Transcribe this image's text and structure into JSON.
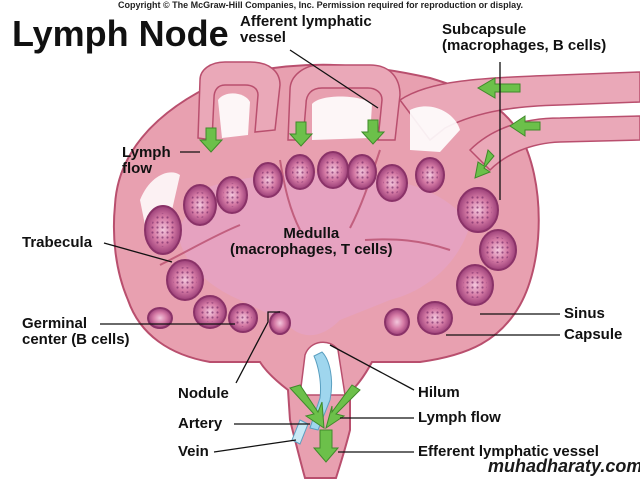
{
  "copyright": "Copyright © The McGraw-Hill Companies, Inc. Permission required for reproduction or display.",
  "title": "Lymph Node",
  "labels": {
    "afferent": "Afferent lymphatic\nvessel",
    "subcapsule": "Subcapsule\n(macrophages, B cells)",
    "lymph_flow_top": "Lymph\nflow",
    "trabecula": "Trabecula",
    "medulla": "Medulla\n(macrophages, T cells)",
    "sinus": "Sinus",
    "capsule": "Capsule",
    "germinal": "Germinal\ncenter (B cells)",
    "nodule": "Nodule",
    "hilum": "Hilum",
    "artery": "Artery",
    "lymph_flow_bottom": "Lymph flow",
    "vein": "Vein",
    "efferent": "Efferent lymphatic vessel"
  },
  "watermark": "muhadharaty.com",
  "colors": {
    "tissue": "#e89aab",
    "tissue_dark": "#c85f7b",
    "follicle": "#d46e98",
    "cell": "#7a2e6a",
    "flow_arrow": "#6cc04a",
    "artery": "#9fd6ee",
    "medulla": "#e6a3c6"
  }
}
